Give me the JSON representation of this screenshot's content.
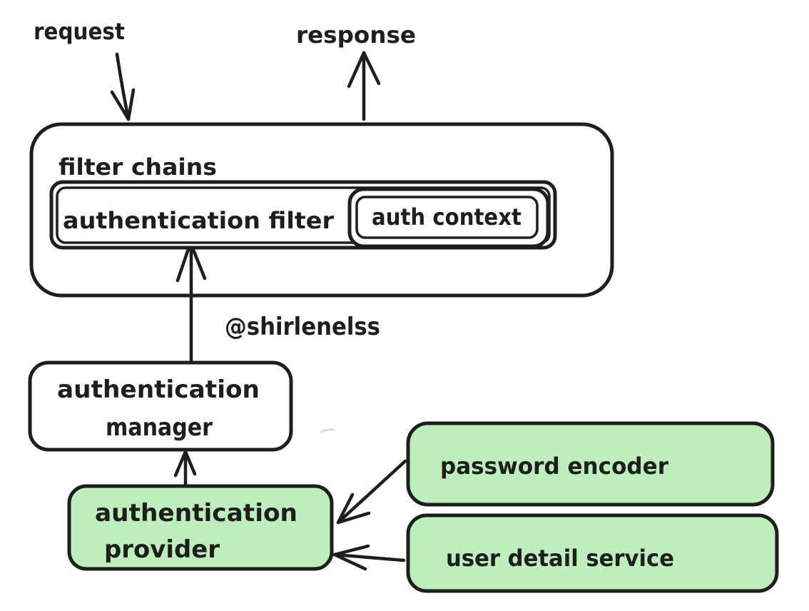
{
  "labels": {
    "request": "request",
    "response": "response"
  },
  "watermark": "@shirlenelss",
  "nodes": {
    "filter_chains": {
      "label": "filter chains"
    },
    "authentication_filter": {
      "label": "authentication filter"
    },
    "auth_context": {
      "label": "auth context"
    },
    "authentication_manager": {
      "line1": "authentication",
      "line2": "manager"
    },
    "authentication_provider": {
      "line1": "authentication",
      "line2": "provider"
    },
    "password_encoder": {
      "label": "password encoder"
    },
    "user_detail_service": {
      "label": "user detail service"
    }
  },
  "edges": [
    {
      "from": "request",
      "to": "filter chains"
    },
    {
      "from": "filter chains",
      "to": "response"
    },
    {
      "from": "authentication manager",
      "to": "authentication filter"
    },
    {
      "from": "authentication provider",
      "to": "authentication manager"
    },
    {
      "from": "password encoder",
      "to": "authentication provider"
    },
    {
      "from": "user detail service",
      "to": "authentication provider"
    }
  ],
  "colors": {
    "ink": "#1e1e1e",
    "green_fill": "#bdeebc",
    "white_fill": "#ffffff",
    "watermark_gray": "#c9c9c4",
    "background": "#ffffff"
  }
}
